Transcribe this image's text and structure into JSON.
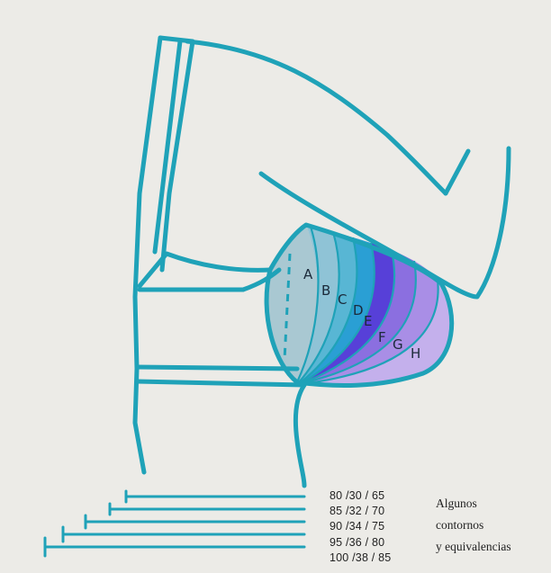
{
  "colors": {
    "outline": "#1fa2b8",
    "background": "#ecebe7",
    "cups": [
      "#a9c8d2",
      "#8fc3d6",
      "#58b6d4",
      "#2a9fd4",
      "#5740d8",
      "#8b6fe0",
      "#a98ee6",
      "#c4b0ec"
    ]
  },
  "cup_letters": [
    "A",
    "B",
    "C",
    "D",
    "E",
    "F",
    "G",
    "H"
  ],
  "measurements": [
    "80 /30 / 65",
    "85 /32 / 70",
    "90 /34 / 75",
    "95 /36 / 80",
    "100 /38 / 85"
  ],
  "note_lines": [
    "Algunos",
    "contornos",
    "y equivalencias"
  ]
}
